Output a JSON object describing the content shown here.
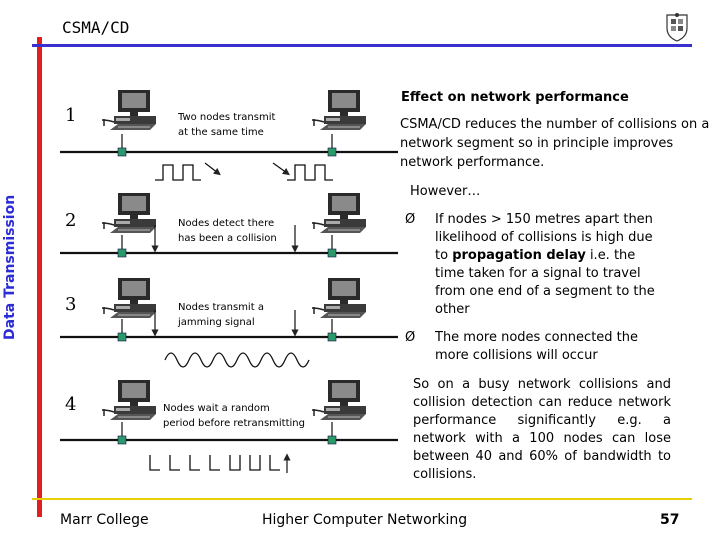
{
  "slide": {
    "title": "CSMA/CD",
    "vertical_label": "Data Transmission"
  },
  "diagram": {
    "steps": [
      {
        "number": "1",
        "caption_line1": "Two nodes transmit",
        "caption_line2": "at the same time"
      },
      {
        "number": "2",
        "caption_line1": "Nodes detect there",
        "caption_line2": "has been a collision"
      },
      {
        "number": "3",
        "caption_line1": "Nodes transmit a",
        "caption_line2": "jamming signal"
      },
      {
        "number": "4",
        "caption_line1": "Nodes wait a random",
        "caption_line2": "period before retransmitting"
      }
    ]
  },
  "content": {
    "heading": "Effect  on network performance",
    "intro": "CSMA/CD reduces the number of collisions on a network segment so in principle improves network performance.",
    "however": "However…",
    "bullet_mark": "Ø",
    "bullet1_part1": "If nodes > 150 metres apart then likelihood of collisions is high due to ",
    "bullet1_bold": "propagation delay",
    "bullet1_part2": " i.e. the time taken for a signal to travel from one end of a segment to the other",
    "bullet2": "The more nodes connected the more collisions will occur",
    "conclusion": "So on a busy network collisions and collision detection can reduce network performance significantly e.g. a network with a 100 nodes can lose between 40 and 60% of bandwidth to collisions."
  },
  "footer": {
    "left": "Marr College",
    "center": "Higher Computer Networking",
    "page_number": "57"
  },
  "colors": {
    "accent_red": "#e02020",
    "accent_blue": "#3b2fd0",
    "accent_yellow": "#e8d000",
    "label_blue": "#2b2bd8",
    "node_green": "#2a9a6a"
  }
}
